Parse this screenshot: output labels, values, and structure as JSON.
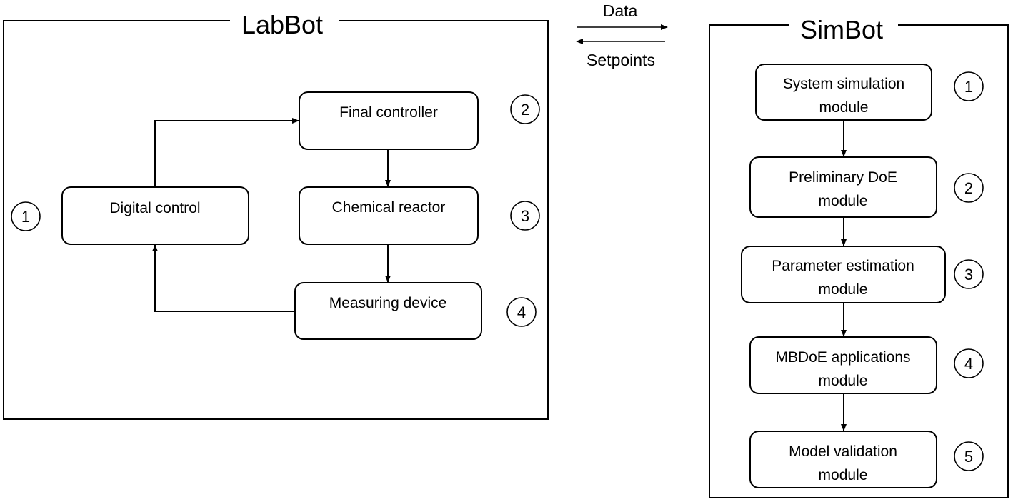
{
  "labbot": {
    "title": "LabBot",
    "digital_control": {
      "label": "Digital control",
      "badge": "1"
    },
    "final_controller": {
      "label": "Final controller",
      "badge": "2"
    },
    "chemical_reactor": {
      "label": "Chemical reactor",
      "badge": "3"
    },
    "measuring_device": {
      "label": "Measuring device",
      "badge": "4"
    }
  },
  "link": {
    "forward": "Data",
    "backward": "Setpoints"
  },
  "simbot": {
    "title": "SimBot",
    "modules": [
      {
        "line1": "System simulation",
        "line2": "module",
        "badge": "1"
      },
      {
        "line1": "Preliminary DoE",
        "line2": "module",
        "badge": "2"
      },
      {
        "line1": "Parameter estimation",
        "line2": "module",
        "badge": "3"
      },
      {
        "line1": "MBDoE applications",
        "line2": "module",
        "badge": "4"
      },
      {
        "line1": "Model validation",
        "line2": "module",
        "badge": "5"
      }
    ]
  }
}
